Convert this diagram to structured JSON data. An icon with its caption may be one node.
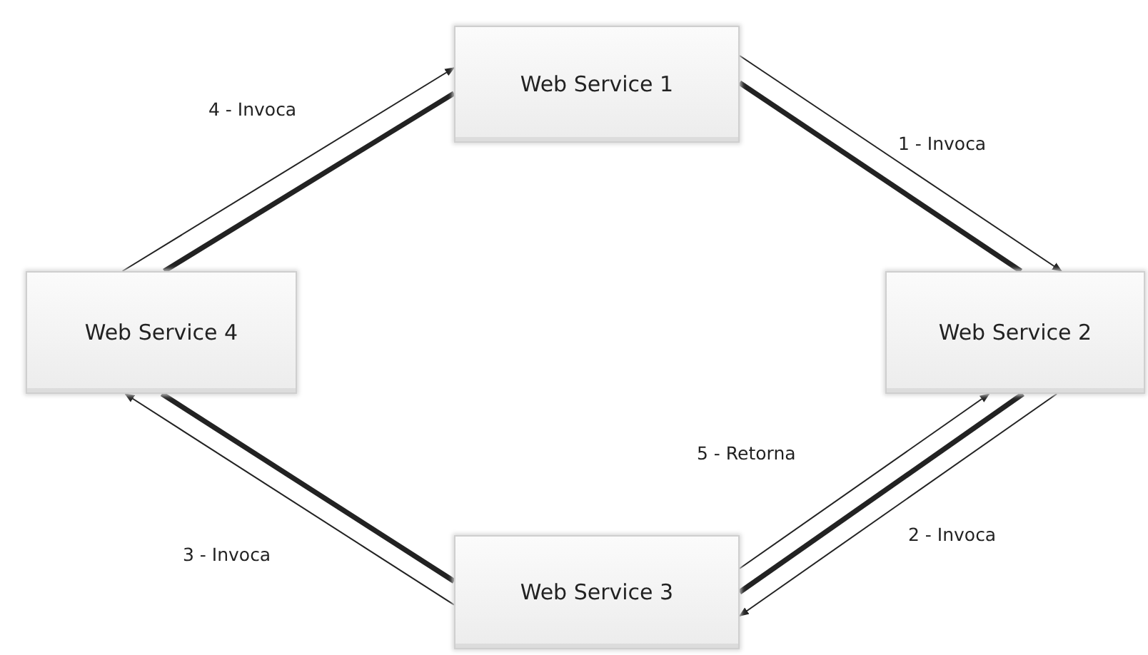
{
  "diagram": {
    "nodes": [
      {
        "text": [
          "Web Service 1"
        ]
      },
      {
        "text": [
          "Web Service 2"
        ]
      },
      {
        "text": [
          "Web Service 3"
        ]
      },
      {
        "text": [
          "Web Service 4"
        ]
      }
    ],
    "edges": [
      {
        "from": 0,
        "to": 3,
        "arrow": "none",
        "style": "thick"
      },
      {
        "from": 0,
        "to": 1,
        "arrow": "none",
        "style": "thick"
      },
      {
        "from": 1,
        "to": 2,
        "arrow": "none",
        "style": "thick"
      },
      {
        "from": 2,
        "to": 3,
        "arrow": "none",
        "style": "thick"
      },
      {
        "from": 0,
        "to": 1,
        "arrow": "to",
        "label": "1 - Invoca"
      },
      {
        "from": 1,
        "to": 2,
        "arrow": "to",
        "label": "2 - Invoca"
      },
      {
        "from": 2,
        "to": 3,
        "arrow": "to",
        "label": "3 - Invoca"
      },
      {
        "from": 3,
        "to": 0,
        "arrow": "to",
        "label": "4 - Invoca"
      },
      {
        "from": 2,
        "to": 1,
        "arrow": "to",
        "label": "5 - Retorna"
      }
    ]
  }
}
